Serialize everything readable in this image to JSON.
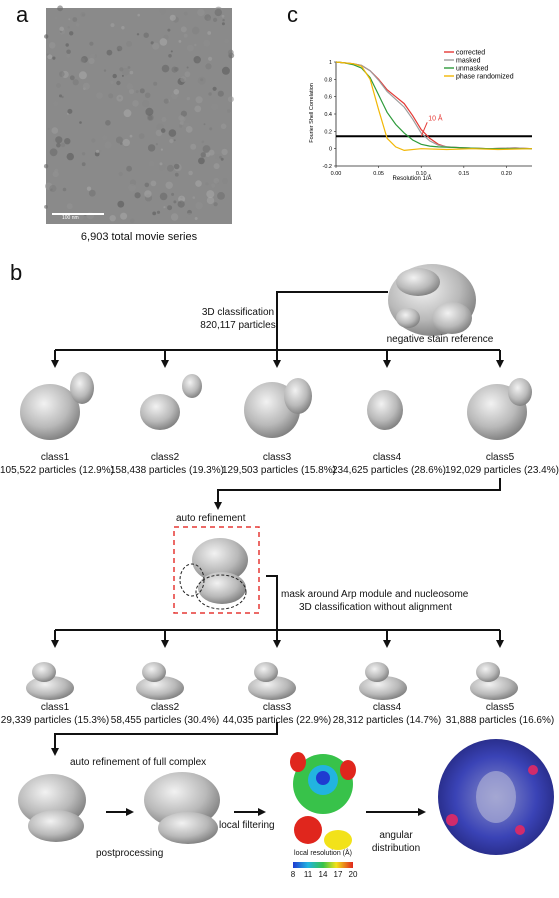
{
  "panels": {
    "a": "a",
    "b": "b",
    "c": "c"
  },
  "micrograph": {
    "scale_bar": "100 nm",
    "caption": "6,903 total movie series"
  },
  "fsc_chart": {
    "ylabel": "Fourier Shell Correlation",
    "xlabel": "Resolution 1/Å",
    "annotation": "10 Å",
    "threshold": 0.143,
    "legend": [
      "corrected",
      "masked",
      "unmasked",
      "phase randomized"
    ],
    "colors": {
      "corrected": "#e53935",
      "masked": "#9e9e9e",
      "unmasked": "#2e9b3a",
      "phase_randomized": "#f2b705",
      "annotation": "#e53935",
      "threshold": "#000000"
    }
  },
  "chart_data": {
    "type": "line",
    "xlabel": "Resolution 1/Å",
    "ylabel": "Fourier Shell Correlation",
    "xlim": [
      0,
      0.23
    ],
    "ylim": [
      -0.2,
      1.0
    ],
    "xticks": [
      "0.00",
      "0.05",
      "0.10",
      "0.15",
      "0.20"
    ],
    "yticks": [
      "-0.2",
      "0",
      "0.2",
      "0.4",
      "0.6",
      "0.8",
      "1"
    ],
    "grid": false,
    "legend_position": "top-right",
    "series": [
      {
        "name": "corrected",
        "color": "#e53935",
        "x": [
          0,
          0.01,
          0.02,
          0.03,
          0.04,
          0.05,
          0.06,
          0.07,
          0.08,
          0.09,
          0.1,
          0.11,
          0.12,
          0.13,
          0.15,
          0.18,
          0.21,
          0.23
        ],
        "y": [
          1.0,
          0.99,
          0.98,
          0.96,
          0.9,
          0.8,
          0.68,
          0.6,
          0.52,
          0.38,
          0.22,
          0.12,
          0.05,
          0.02,
          0.01,
          0.0,
          0.01,
          0.0
        ]
      },
      {
        "name": "masked",
        "color": "#9e9e9e",
        "x": [
          0,
          0.01,
          0.02,
          0.03,
          0.04,
          0.05,
          0.06,
          0.07,
          0.08,
          0.09,
          0.1,
          0.11,
          0.12,
          0.13,
          0.15,
          0.18,
          0.21,
          0.23
        ],
        "y": [
          1.0,
          0.99,
          0.98,
          0.96,
          0.9,
          0.79,
          0.66,
          0.57,
          0.48,
          0.34,
          0.18,
          0.09,
          0.04,
          0.02,
          0.01,
          0.0,
          0.01,
          0.0
        ]
      },
      {
        "name": "unmasked",
        "color": "#2e9b3a",
        "x": [
          0,
          0.01,
          0.02,
          0.03,
          0.04,
          0.05,
          0.06,
          0.07,
          0.08,
          0.09,
          0.1,
          0.11,
          0.12,
          0.15,
          0.18,
          0.21,
          0.23
        ],
        "y": [
          1.0,
          0.99,
          0.97,
          0.93,
          0.82,
          0.62,
          0.42,
          0.28,
          0.18,
          0.1,
          0.05,
          0.03,
          0.02,
          0.01,
          0.0,
          0.0,
          0.0
        ]
      },
      {
        "name": "phase randomized",
        "color": "#f2b705",
        "x": [
          0,
          0.01,
          0.02,
          0.03,
          0.04,
          0.05,
          0.06,
          0.07,
          0.08,
          0.1,
          0.13,
          0.16,
          0.19,
          0.23
        ],
        "y": [
          1.0,
          0.99,
          0.98,
          0.95,
          0.8,
          0.45,
          0.12,
          0.02,
          -0.02,
          0.0,
          -0.01,
          0.0,
          -0.01,
          0.0
        ]
      }
    ]
  },
  "workflow": {
    "step1_line1": "3D classification",
    "step1_line2": "820,117 particles",
    "reference_label": "negative stain reference",
    "round1": [
      {
        "name": "class1",
        "count": "105,522 particles (12.9%)"
      },
      {
        "name": "class2",
        "count": "158,438 particles (19.3%)"
      },
      {
        "name": "class3",
        "count": "129,503 particles (15.8%)"
      },
      {
        "name": "class4",
        "count": "234,625 particles (28.6%)"
      },
      {
        "name": "class5",
        "count": "192,029 particles (23.4%)"
      }
    ],
    "auto_refinement": "auto refinement",
    "mask_line1": "mask around Arp module and nucleosome",
    "mask_line2": "3D classification without alignment",
    "round2": [
      {
        "name": "class1",
        "count": "29,339 particles (15.3%)"
      },
      {
        "name": "class2",
        "count": "58,455 particles (30.4%)"
      },
      {
        "name": "class3",
        "count": "44,035 particles (22.9%)"
      },
      {
        "name": "class4",
        "count": "28,312 particles (14.7%)"
      },
      {
        "name": "class5",
        "count": "31,888 particles (16.6%)"
      }
    ],
    "full_refinement": "auto refinement of full complex",
    "postprocessing": "postprocessing",
    "local_filtering": "local filtering",
    "angular_line1": "angular",
    "angular_line2": "distribution",
    "colorbar_title": "local resolution (Å)",
    "colorbar_ticks": [
      "8",
      "11",
      "14",
      "17",
      "20"
    ]
  }
}
